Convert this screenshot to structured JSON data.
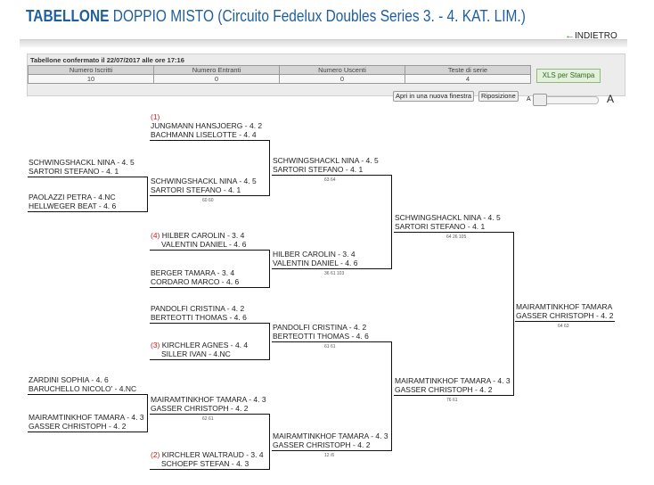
{
  "title": {
    "bold": "TABELLONE",
    "rest": " DOPPIO MISTO (Circuito Fedelux Doubles Series 3. - 4. KAT. LIM.)"
  },
  "nav": {
    "back_arrow": "←",
    "back_label": "INDIETRO"
  },
  "summary": {
    "confirmed": "Tabellone confermato il 22/07/2017 alle ore 17:16",
    "headers": [
      "Numero Iscritti",
      "Numero Entranti",
      "Numero Uscenti",
      "Teste di serie"
    ],
    "values": [
      "10",
      "0",
      "0",
      "4"
    ]
  },
  "toolbar": {
    "xls_label": "XLS per Stampa",
    "open_window_label": "Apri in una nuova finestra",
    "position_label": "Riposizione",
    "zoom_small": "A",
    "zoom_big": "A"
  },
  "bracket": {
    "r0": [
      {
        "lines": [
          "SCHWINGSHACKL NINA - 4. 5",
          "SARTORI STEFANO - 4. 1"
        ]
      },
      {
        "lines": [
          "PAOLAZZI PETRA - 4.NC",
          "HELLWEGER BEAT - 4. 6"
        ]
      },
      {
        "lines": [
          "ZARDINI SOPHIA - 4. 6",
          "BARUCHELLO NICOLO' - 4.NC"
        ]
      },
      {
        "lines": [
          "MAIRAMTINKHOF TAMARA - 4. 3",
          "GASSER CHRISTOPH - 4. 2"
        ]
      }
    ],
    "r1": [
      {
        "seed": "(1)",
        "lines": [
          "JUNGMANN HANSJOERG - 4. 2",
          "BACHMANN LISELOTTE - 4. 4"
        ]
      },
      {
        "lines": [
          "SCHWINGSHACKL NINA - 4. 5",
          "SARTORI STEFANO - 4. 1"
        ],
        "score": "60 60"
      },
      {
        "seed": "(4)",
        "lines": [
          "HILBER CAROLIN - 3. 4",
          "VALENTIN DANIEL - 4. 6"
        ]
      },
      {
        "lines": [
          "BERGER TAMARA - 3. 4",
          "CORDARO MARCO - 4. 6"
        ]
      },
      {
        "lines": [
          "PANDOLFI CRISTINA - 4. 2",
          "BERTEOTTI THOMAS - 4. 6"
        ]
      },
      {
        "seed": "(3)",
        "lines": [
          "KIRCHLER AGNES - 4. 4",
          "SILLER IVAN - 4.NC"
        ]
      },
      {
        "lines": [
          "MAIRAMTINKHOF TAMARA - 4. 3",
          "GASSER CHRISTOPH - 4. 2"
        ],
        "score": "62 61"
      },
      {
        "seed": "(2)",
        "lines": [
          "KIRCHLER WALTRAUD - 3. 4",
          "SCHOEPF STEFAN - 4. 3"
        ]
      }
    ],
    "r2": [
      {
        "lines": [
          "SCHWINGSHACKL NINA - 4. 5",
          "SARTORI STEFANO - 4. 1"
        ],
        "score": "63 64"
      },
      {
        "lines": [
          "HILBER CAROLIN - 3. 4",
          "VALENTIN DANIEL - 4. 6"
        ],
        "score": "36 61 103"
      },
      {
        "lines": [
          "PANDOLFI CRISTINA - 4. 2",
          "BERTEOTTI THOMAS - 4. 6"
        ],
        "score": "61 61"
      },
      {
        "lines": [
          "MAIRAMTINKHOF TAMARA - 4. 3",
          "GASSER CHRISTOPH - 4. 2"
        ],
        "score": "12 /6"
      }
    ],
    "r3": [
      {
        "lines": [
          "SCHWINGSHACKL NINA - 4. 5",
          "SARTORI STEFANO - 4. 1"
        ],
        "score": "64 26 105"
      },
      {
        "lines": [
          "MAIRAMTINKHOF TAMARA - 4. 3",
          "GASSER CHRISTOPH - 4. 2"
        ],
        "score": "76 61"
      }
    ],
    "r4": [
      {
        "lines": [
          "MAIRAMTINKHOF TAMARA - 4. 3",
          "GASSER CHRISTOPH - 4. 2"
        ],
        "score": "64 63"
      }
    ]
  }
}
